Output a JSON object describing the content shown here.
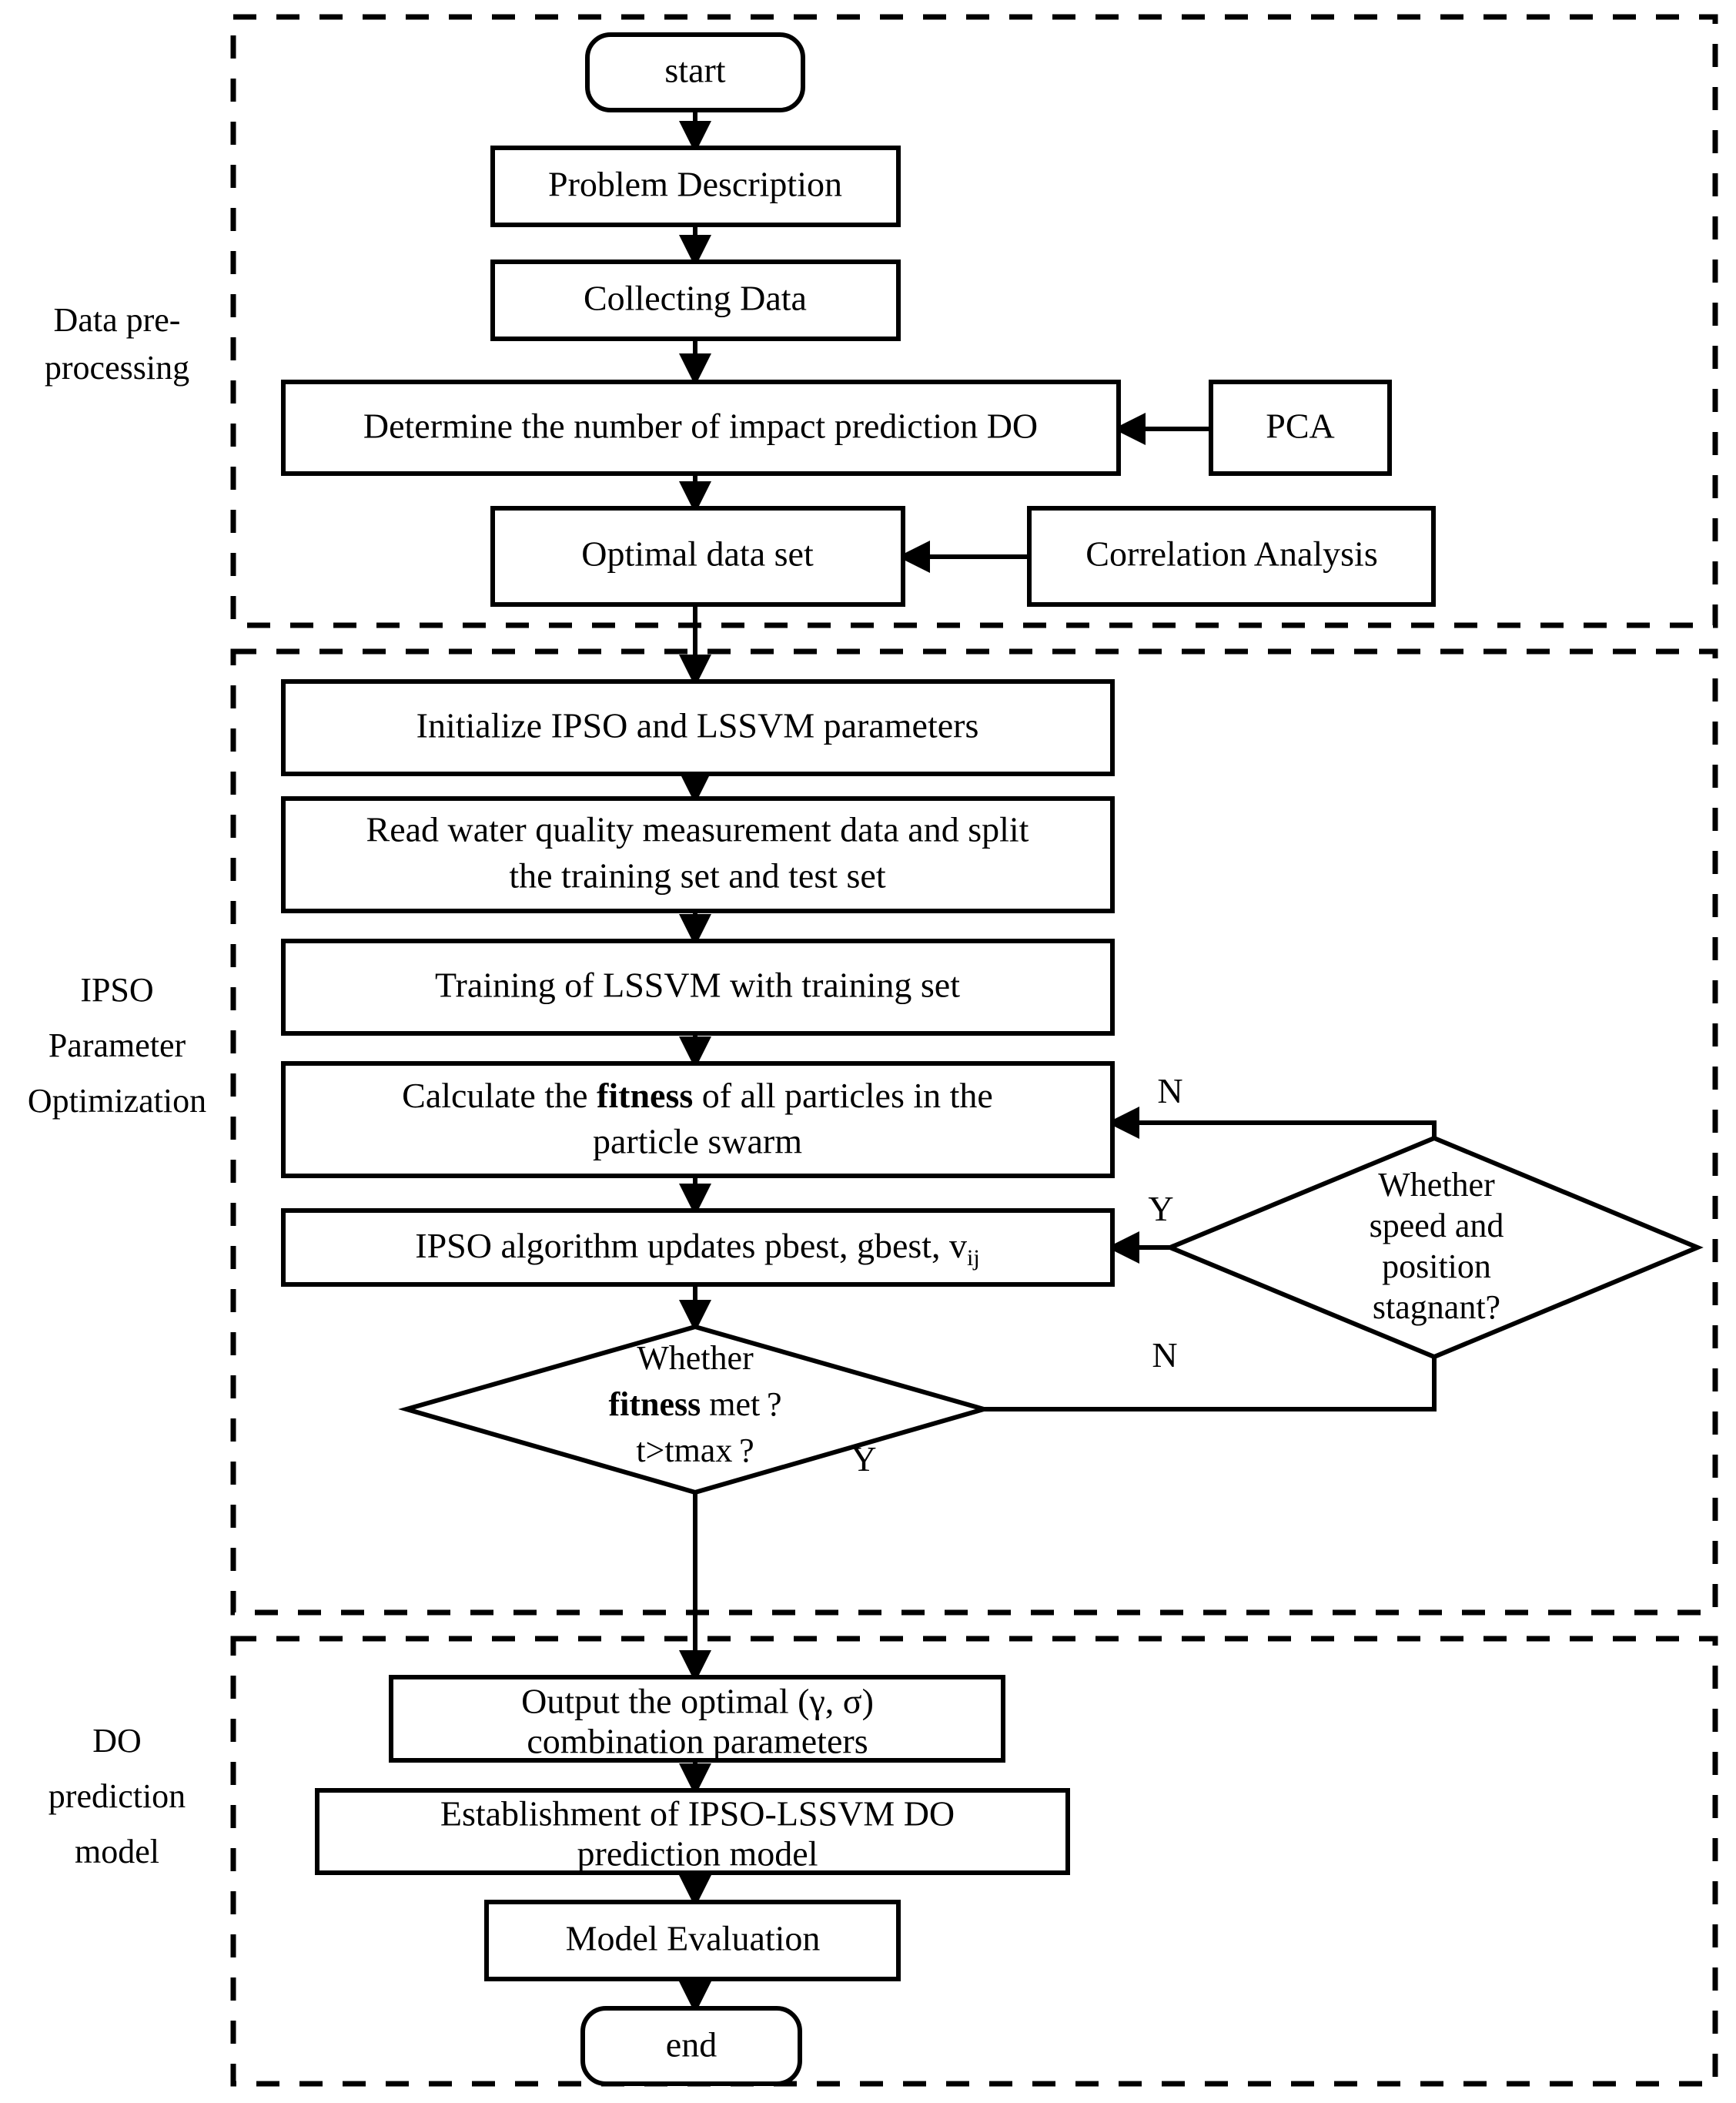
{
  "diagram": {
    "title": "IPSO-LSSVM DO prediction flowchart",
    "stroke_color": "#000000",
    "background_color": "#ffffff"
  },
  "sections": [
    {
      "id": "data-preprocessing",
      "label_line1": "Data pre-",
      "label_line2": "processing",
      "label_line3": ""
    },
    {
      "id": "ipso-parameter-optimization",
      "label_line1": "IPSO",
      "label_line2": "Parameter",
      "label_line3": "Optimization"
    },
    {
      "id": "do-prediction-model",
      "label_line1": "DO",
      "label_line2": "prediction",
      "label_line3": "model"
    }
  ],
  "nodes": {
    "start": {
      "label": "start",
      "shape": "terminator"
    },
    "problem_description": {
      "label": "Problem Description",
      "shape": "process"
    },
    "collecting_data": {
      "label": "Collecting Data",
      "shape": "process"
    },
    "determine_impact": {
      "label": "Determine the number of impact prediction DO",
      "shape": "process"
    },
    "pca": {
      "label": "PCA",
      "shape": "process"
    },
    "optimal_data_set": {
      "label": "Optimal data set",
      "shape": "process"
    },
    "correlation_analysis": {
      "label": "Correlation Analysis",
      "shape": "process"
    },
    "initialize_params": {
      "label": "Initialize IPSO and LSSVM parameters",
      "shape": "process"
    },
    "read_split": {
      "line1": "Read water quality measurement data and split",
      "line2": "the training set and test set",
      "shape": "process"
    },
    "training_lssvm": {
      "label": "Training of LSSVM with training set",
      "shape": "process"
    },
    "calculate_fitness": {
      "line1_a": "Calculate the ",
      "line1_b": "fitness",
      "line1_c": " of all particles in the",
      "line2": "particle swarm",
      "shape": "process"
    },
    "ipso_updates": {
      "line1_a": "IPSO algorithm updates pbest, gbest, v",
      "line1_sub": "ij",
      "shape": "process"
    },
    "decision_fitness": {
      "line1": "Whether",
      "line2_a": "fitness",
      "line2_b": " met ?",
      "line3": "t>tmax ?",
      "shape": "decision"
    },
    "decision_stagnant": {
      "line1": "Whether",
      "line2": "speed and",
      "line3": "position",
      "line4": "stagnant?",
      "shape": "decision"
    },
    "output_optimal": {
      "line1": "Output the optimal (γ, σ)",
      "line2": "combination parameters",
      "shape": "process"
    },
    "establish_model": {
      "line1": "Establishment of IPSO-LSSVM DO",
      "line2": "prediction model",
      "shape": "process"
    },
    "model_evaluation": {
      "label": "Model Evaluation",
      "shape": "process"
    },
    "end": {
      "label": "end",
      "shape": "terminator"
    }
  },
  "edge_labels": {
    "stagnant_no": "N",
    "stagnant_yes": "Y",
    "fitness_no": "N",
    "fitness_yes": "Y"
  }
}
